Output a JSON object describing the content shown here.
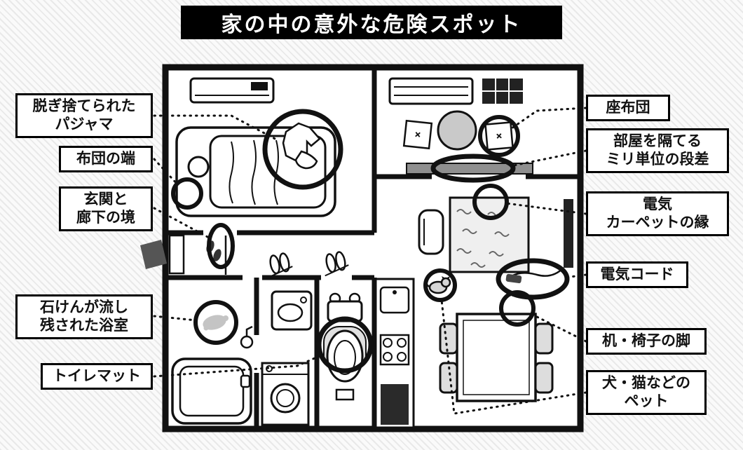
{
  "title": "家の中の意外な危険スポット",
  "labels": {
    "pajama": {
      "line1": "脱ぎ捨てられた",
      "line2": "パジャマ"
    },
    "futon_edge": {
      "line1": "布団の端"
    },
    "genkan": {
      "line1": "玄関と",
      "line2": "廊下の境"
    },
    "bathroom": {
      "line1": "石けんが流し",
      "line2": "残された浴室"
    },
    "toilet_mat": {
      "line1": "トイレマット"
    },
    "zabuton": {
      "line1": "座布団"
    },
    "step": {
      "line1": "部屋を隔てる",
      "line2": "ミリ単位の段差"
    },
    "carpet_edge": {
      "line1": "電気",
      "line2": "カーペットの縁"
    },
    "cord": {
      "line1": "電気コード"
    },
    "desk_chair": {
      "line1": "机・椅子の脚"
    },
    "pet": {
      "line1": "犬・猫などの",
      "line2": "ペット"
    }
  },
  "colors": {
    "banner_bg": "#000000",
    "banner_text": "#ffffff",
    "label_bg": "#ffffff",
    "label_border": "#000000",
    "line_color": "#111111"
  }
}
